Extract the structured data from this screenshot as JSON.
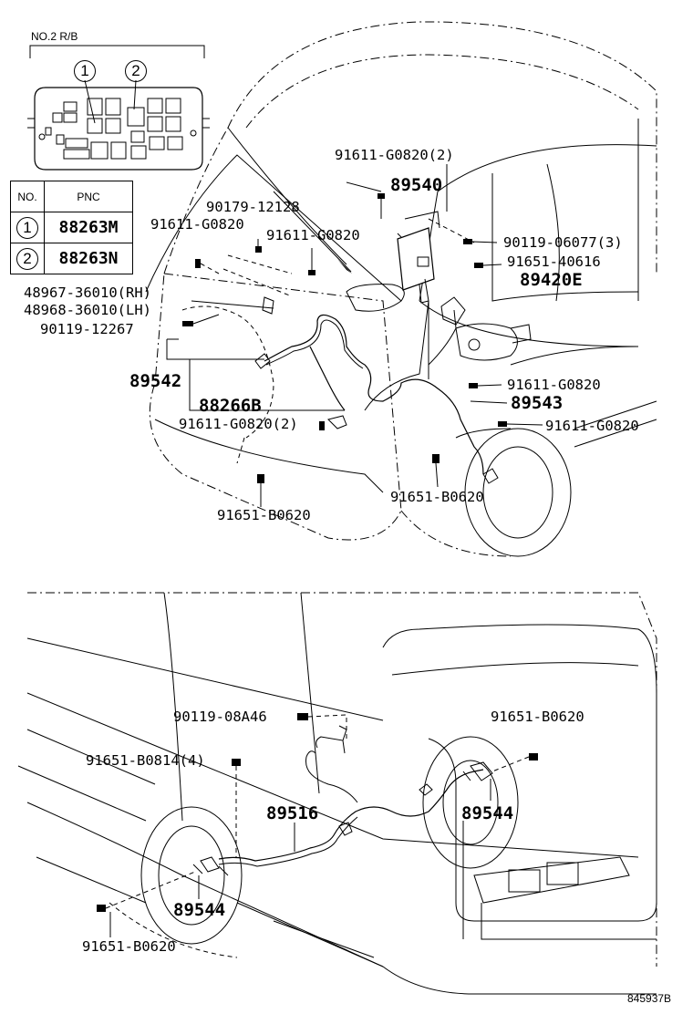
{
  "relay_block": {
    "title": "NO.2 R/B",
    "callout_1": "1",
    "callout_2": "2"
  },
  "pnc_table": {
    "header_no": "NO.",
    "header_pnc": "PNC",
    "rows": [
      {
        "no": "1",
        "pnc": "88263M"
      },
      {
        "no": "2",
        "pnc": "88263N"
      }
    ]
  },
  "front_labels": {
    "p_91611_g0820_2_top": "91611-G0820(2)",
    "p_89540": "89540",
    "p_90179_12128": "90179-12128",
    "p_91611_g0820_a": "91611-G0820",
    "p_91611_g0820_b": "91611-G0820",
    "p_90119_06077_3": "90119-06077(3)",
    "p_91651_40616": "91651-40616",
    "p_89420e": "89420E",
    "p_48967_36010_rh": "48967-36010(RH)",
    "p_48968_36010_lh": "48968-36010(LH)",
    "p_90119_12267": "90119-12267",
    "p_89542": "89542",
    "p_91611_g0820_c": "91611-G0820",
    "p_89543": "89543",
    "p_88266b": "88266B",
    "p_91611_g0820_2_mid": "91611-G0820(2)",
    "p_91611_g0820_d": "91611-G0820",
    "p_91651_b0620_a": "91651-B0620",
    "p_91651_b0620_b": "91651-B0620"
  },
  "rear_labels": {
    "p_90119_08a46": "90119-08A46",
    "p_91651_b0620_c": "91651-B0620",
    "p_91651_b0814_4": "91651-B0814(4)",
    "p_89516": "89516",
    "p_89544_right": "89544",
    "p_89544_left": "89544",
    "p_91651_b0620_d": "91651-B0620"
  },
  "drawing_id": "845937B"
}
